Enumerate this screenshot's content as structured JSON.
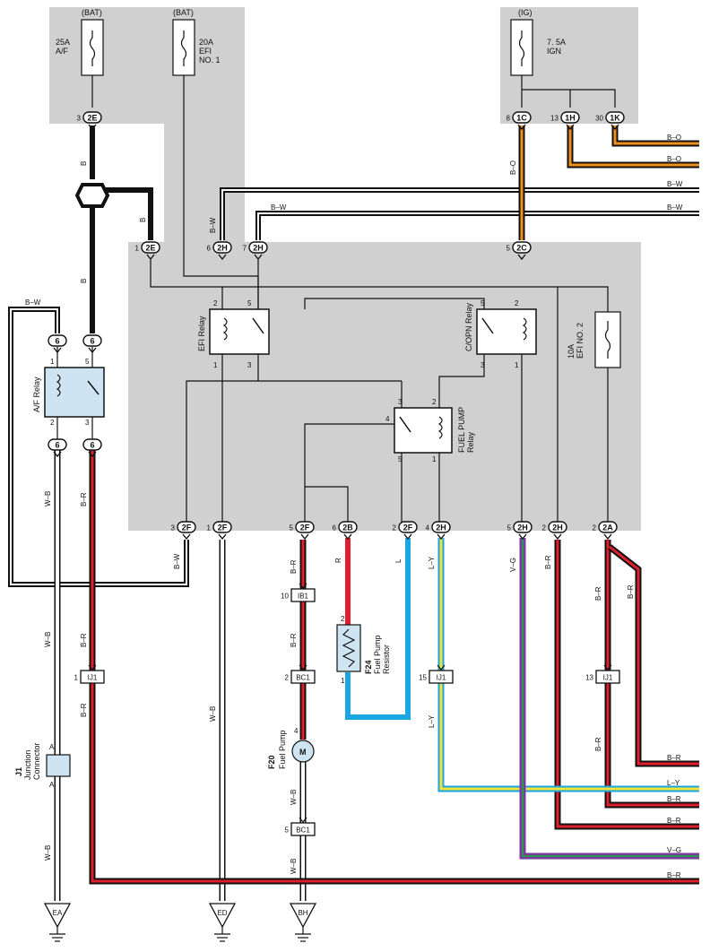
{
  "fuses": {
    "af": {
      "source": "(BAT)",
      "amp": "25A",
      "name": "A/F"
    },
    "efi1": {
      "source": "(BAT)",
      "amp": "20A",
      "name1": "EFI",
      "name2": "NO. 1"
    },
    "ign": {
      "source": "(IG)",
      "amp": "7. 5A",
      "name": "IGN"
    },
    "efi2": {
      "amp": "10A",
      "name": "EFI NO. 2"
    }
  },
  "connectors": {
    "c2E_top": {
      "pin": "3",
      "code": "2E"
    },
    "c1C": {
      "pin": "8",
      "code": "1C"
    },
    "c1H": {
      "pin": "13",
      "code": "1H"
    },
    "c1K": {
      "pin": "30",
      "code": "1K"
    },
    "c2E_mid": {
      "pin": "1",
      "code": "2E"
    },
    "c2H_a": {
      "pin": "6",
      "code": "2H"
    },
    "c2H_b": {
      "pin": "7",
      "code": "2H"
    },
    "c2C": {
      "pin": "5",
      "code": "2C"
    },
    "c6_a": {
      "code": "6"
    },
    "c6_b": {
      "code": "6"
    },
    "c6_c": {
      "code": "6"
    },
    "c6_d": {
      "code": "6"
    },
    "b2F_1": {
      "pin": "3",
      "code": "2F"
    },
    "b2F_2": {
      "pin": "1",
      "code": "2F"
    },
    "b2F_3": {
      "pin": "5",
      "code": "2F"
    },
    "b2B": {
      "pin": "6",
      "code": "2B"
    },
    "b2F_4": {
      "pin": "2",
      "code": "2F"
    },
    "b2H_1": {
      "pin": "4",
      "code": "2H"
    },
    "b2H_2": {
      "pin": "5",
      "code": "2H"
    },
    "b2H_3": {
      "pin": "2",
      "code": "2H"
    },
    "b2A": {
      "pin": "2",
      "code": "2A"
    }
  },
  "relays": {
    "af": {
      "name": "A/F Relay",
      "p1": "1",
      "p2": "2",
      "p3": "3",
      "p5": "5"
    },
    "efi": {
      "name": "EFI Relay",
      "p1": "1",
      "p2": "2",
      "p3": "3",
      "p5": "5"
    },
    "copn": {
      "name": "C/OPN Relay",
      "p1": "1",
      "p2": "2",
      "p3": "3",
      "p5": "5"
    },
    "fuelpump": {
      "name1": "FUEL PUMP",
      "name2": "Relay",
      "p1": "1",
      "p2": "2",
      "p3": "3",
      "p4": "4",
      "p5": "5"
    }
  },
  "wire_colors": {
    "left_B_1": "B",
    "left_B_2": "B",
    "mid_B": "B",
    "top_BW_1": "B–W",
    "top_BW_2": "B–W",
    "top_BW_3": "B–W",
    "left_BW": "B–W",
    "bo_vert": "B–O",
    "wb_1": "W–B",
    "br_1": "B–R",
    "bw_bottom": "B–W",
    "wb_2": "W–B",
    "wb_3": "W–B",
    "br_2": "B–R",
    "br_3": "B–R",
    "br_4": "B–R",
    "r": "R",
    "l": "L",
    "ly_1": "L–Y",
    "ly_2": "L–Y",
    "vg": "V–G",
    "br_5": "B–R",
    "br_6": "B–R",
    "br_7": "B–R",
    "br_8": "B–R",
    "br_9": "B–R",
    "wb_4": "W–B",
    "wb_5": "W–B",
    "wb_6": "W–B"
  },
  "right_edge": [
    "B–O",
    "B–O",
    "B–W",
    "B–W",
    "B–R",
    "L–Y",
    "B–R",
    "B–R",
    "V–G",
    "B–R"
  ],
  "junctions": {
    "ib1": {
      "pin": "10",
      "code": "IB1"
    },
    "bc1_a": {
      "pin": "2",
      "code": "BC1"
    },
    "bc1_b": {
      "pin": "5",
      "code": "BC1"
    },
    "ij1_a": {
      "pin": "1",
      "code": "IJ1"
    },
    "ij1_b": {
      "pin": "15",
      "code": "IJ1"
    },
    "ij1_c": {
      "pin": "13",
      "code": "IJ1"
    }
  },
  "components": {
    "j1": {
      "id": "J1",
      "name1": "Junction",
      "name2": "Connector",
      "pinA": "A",
      "pinA2": "A"
    },
    "f24": {
      "id": "F24",
      "name1": "Fuel Pump",
      "name2": "Resistor",
      "p1": "1",
      "p2": "2"
    },
    "f20": {
      "id": "F20",
      "name": "Fuel Pump",
      "motor": "M",
      "p4": "4"
    }
  },
  "grounds": [
    "EA",
    "ED",
    "BH"
  ],
  "colors": {
    "panel": "#d0d0d0",
    "black": "#111111",
    "red": "#e01e2c",
    "blue": "#1aa6e0",
    "orange": "#f0901c",
    "purple": "#7a3aa0",
    "green": "#2a9a4a",
    "yellow": "#f2e23a",
    "relay_fill": "#cfe4f2"
  }
}
